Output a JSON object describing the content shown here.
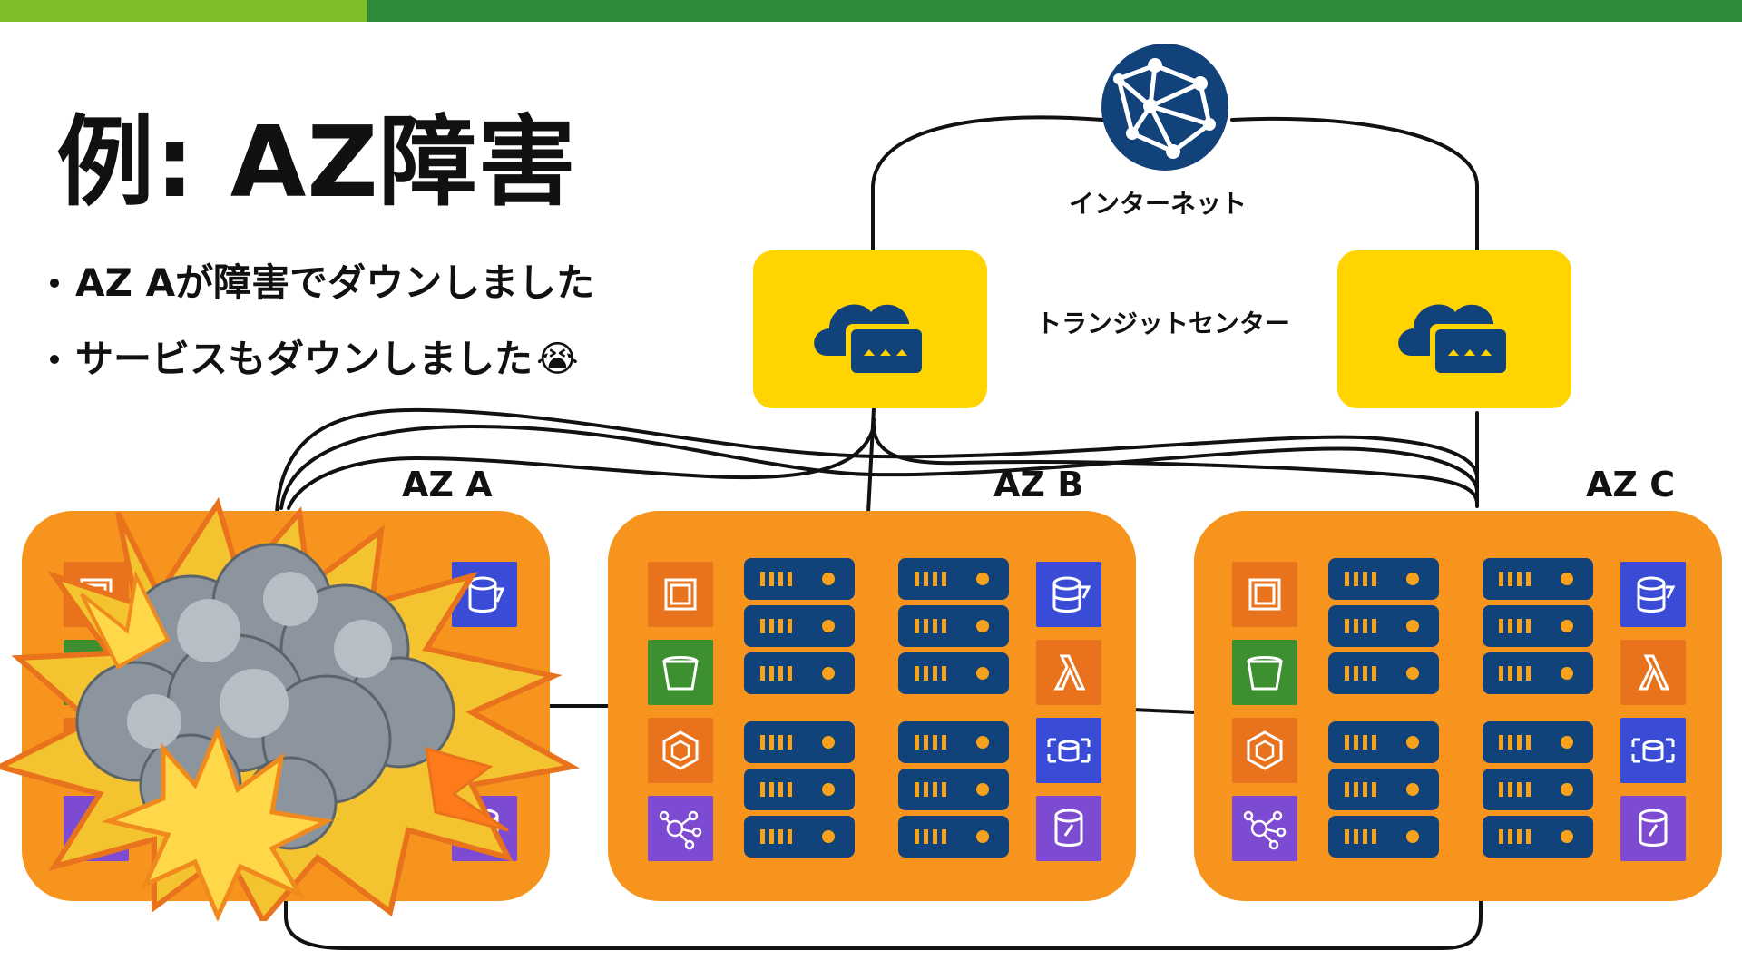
{
  "slide": {
    "title": "例: AZ障害",
    "bullets": [
      {
        "text": "AZ Aが障害でダウンしました",
        "emoji": ""
      },
      {
        "text": "サービスもダウンしました",
        "emoji": "😭"
      }
    ]
  },
  "labels": {
    "internet": "インターネット",
    "transit": "トランジットセンター",
    "az_a": "AZ A",
    "az_b": "AZ B",
    "az_c": "AZ C"
  },
  "icons": {
    "globe": "globe-network-icon",
    "transit_gateway": "cloud-gateway-icon",
    "left_services": [
      "ec2-icon",
      "s3-bucket-icon",
      "ecs-icon",
      "graph-network-icon"
    ],
    "right_services": [
      "dynamodb-icon",
      "lambda-icon",
      "dms-icon",
      "rds-icon"
    ],
    "server": "server-rack-icon",
    "explosion": "explosion-icon"
  },
  "colors": {
    "topbar_light": "#7dbd2a",
    "topbar_dark": "#2e8b3a",
    "az_box": "#f7941d",
    "transit_box": "#ffd400",
    "server": "#12427a",
    "globe": "#12427a"
  }
}
